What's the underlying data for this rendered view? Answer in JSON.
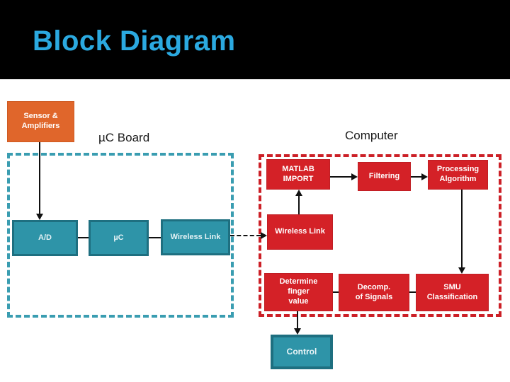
{
  "slide": {
    "title": "Block Diagram"
  },
  "regions": {
    "uc_board": {
      "label": "µC Board"
    },
    "computer": {
      "label": "Computer"
    }
  },
  "nodes": {
    "sensor_amplifiers": {
      "label": "Sensor &\nAmplifiers"
    },
    "ad": {
      "label": "A/D"
    },
    "uc": {
      "label": "µC"
    },
    "wireless_link_board": {
      "label": "Wireless Link"
    },
    "matlab_import": {
      "label": "MATLAB\nIMPORT"
    },
    "filtering": {
      "label": "Filtering"
    },
    "processing_algorithm": {
      "label": "Processing\nAlgorithm"
    },
    "wireless_link_computer": {
      "label": "Wireless Link"
    },
    "determine_finger_value": {
      "label": "Determine\nfinger\nvalue"
    },
    "decomp_of_signals": {
      "label": "Decomp.\nof Signals"
    },
    "smu_classification": {
      "label": "SMU\nClassification"
    },
    "control": {
      "label": "Control"
    }
  },
  "colors": {
    "header_bg": "#000000",
    "title_text": "#2BA9E0",
    "sensor_fill": "#E0662B",
    "teal_fill": "#2E94A8",
    "teal_border": "#1E6F80",
    "teal_dash": "#3A9DB1",
    "red_fill": "#D42127",
    "red_dash": "#CC2027",
    "connector": "#111111"
  }
}
